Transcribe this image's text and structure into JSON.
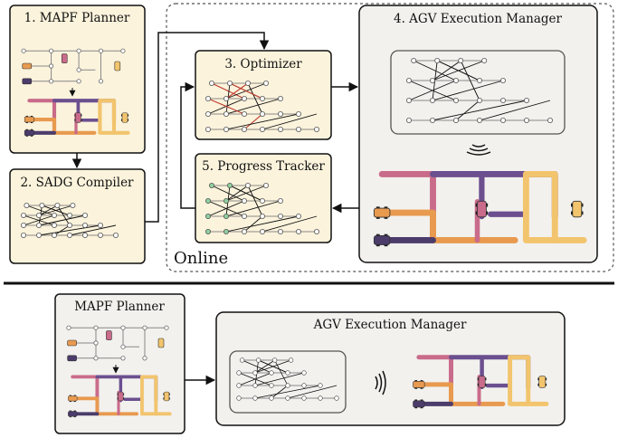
{
  "top": {
    "boxes": {
      "mapf": "1. MAPF Planner",
      "sadg": "2. SADG Compiler",
      "optimizer": "3. Optimizer",
      "agv": "4. AGV Execution Manager",
      "tracker": "5. Progress Tracker"
    },
    "online_label": "Online"
  },
  "bottom": {
    "boxes": {
      "mapf": "MAPF Planner",
      "agv": "AGV Execution Manager"
    }
  },
  "colors": {
    "panel_fill": "#fbf3dc",
    "manager_fill": "#f2f1ee",
    "purple": "#6b4f8f",
    "dark_purple": "#4b3c6b",
    "orange": "#e89a4f",
    "salmon": "#e07a5f",
    "pink": "#c96b8a",
    "yellow": "#f2c46d",
    "tracker_done": "#8fd19e",
    "optimizer_edge": "#c0392b"
  },
  "icons": [
    "agv-icon",
    "wireless-signal-icon",
    "arrow-icon"
  ]
}
